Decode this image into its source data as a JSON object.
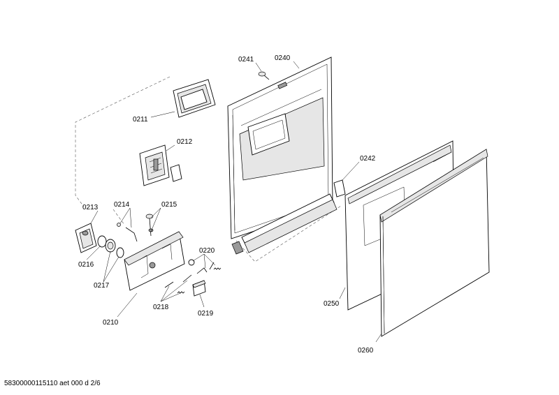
{
  "labels": {
    "l0241": "0241",
    "l0240": "0240",
    "l0211": "0211",
    "l0212": "0212",
    "l0242": "0242",
    "l0213": "0213",
    "l0214": "0214",
    "l0215": "0215",
    "l0220": "0220",
    "l0216": "0216",
    "l0217": "0217",
    "l0210": "0210",
    "l0218": "0218",
    "l0219": "0219",
    "l0250": "0250",
    "l0260": "0260"
  },
  "footer": "58300000115110 aet 000 d 2/6"
}
